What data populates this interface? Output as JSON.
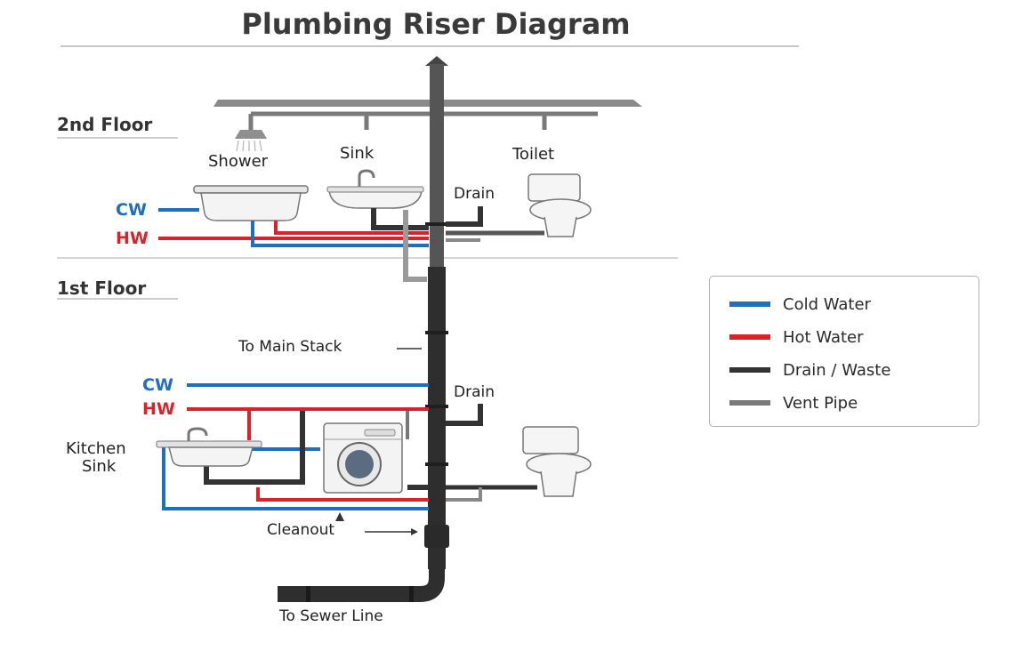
{
  "title": "Plumbing Riser Diagram",
  "floors": {
    "second": "2nd Floor",
    "first": "1st Floor"
  },
  "fixtures": {
    "shower": "Shower",
    "sink": "Sink",
    "toilet": "Toilet",
    "kitchen_sink_line1": "Kitchen",
    "kitchen_sink_line2": "Sink"
  },
  "labels": {
    "drain_upper": "Drain",
    "drain_lower": "Drain",
    "cw_upper": "CW",
    "hw_upper": "HW",
    "cw_lower": "CW",
    "hw_lower": "HW",
    "to_main_stack": "To Main Stack",
    "cleanout": "Cleanout",
    "to_sewer_line": "To Sewer Line"
  },
  "legend": {
    "items": [
      {
        "label": "Cold Water",
        "color": "#1f6fc0"
      },
      {
        "label": "Hot Water",
        "color": "#d8232a"
      },
      {
        "label": "Drain / Waste",
        "color": "#333333"
      },
      {
        "label": "Vent Pipe",
        "color": "#7a7a7a"
      }
    ]
  },
  "colors": {
    "cold": "#1f6fc0",
    "hot": "#d8232a",
    "drain": "#333333",
    "vent": "#7a7a7a"
  }
}
